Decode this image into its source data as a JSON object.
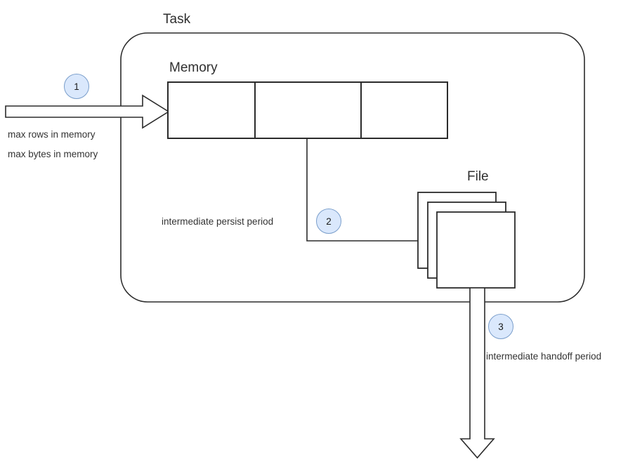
{
  "diagram": {
    "title_visible": false,
    "colors": {
      "stroke": "#2b2b2b",
      "text": "#333333",
      "badge_fill": "#dae8fc",
      "badge_stroke": "#7a9ecb",
      "background": "#ffffff"
    },
    "containers": [
      {
        "id": "task",
        "label": "Task"
      }
    ],
    "groups": [
      {
        "id": "memory",
        "label": "Memory",
        "cells": 3
      },
      {
        "id": "file",
        "label": "File",
        "sheets": 3
      }
    ],
    "badges": [
      {
        "id": "badge-1",
        "label": "1"
      },
      {
        "id": "badge-2",
        "label": "2"
      },
      {
        "id": "badge-3",
        "label": "3"
      }
    ],
    "annotations": [
      {
        "id": "max-rows",
        "label": "max rows in memory"
      },
      {
        "id": "max-bytes",
        "label": "max bytes in memory"
      },
      {
        "id": "persist-period",
        "label": "intermediate persist period"
      },
      {
        "id": "handoff-period",
        "label": "intermediate handoff period"
      }
    ],
    "flows": [
      {
        "id": "flow-ingest",
        "from": "external",
        "to": "memory",
        "style": "block-arrow"
      },
      {
        "id": "flow-persist",
        "from": "memory",
        "to": "file",
        "style": "line-arrow"
      },
      {
        "id": "flow-handoff",
        "from": "file",
        "to": "external",
        "style": "block-arrow-down"
      }
    ]
  }
}
